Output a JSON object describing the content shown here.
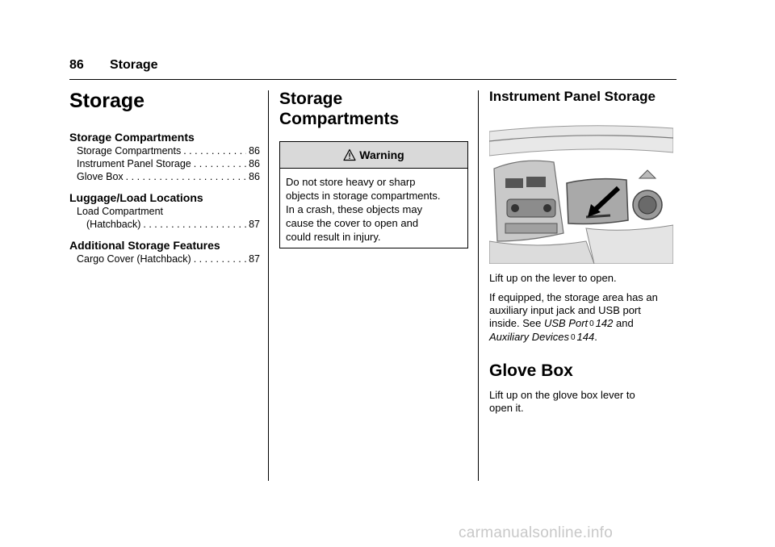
{
  "header": {
    "page_number": "86",
    "section": "Storage"
  },
  "left": {
    "title": "Storage",
    "toc": [
      {
        "section": "Storage Compartments",
        "entries": [
          {
            "text": "Storage Compartments",
            "page": "86"
          },
          {
            "text": "Instrument Panel Storage",
            "page": "86"
          },
          {
            "text": "Glove Box",
            "page": "86"
          }
        ]
      },
      {
        "section": "Luggage/Load Locations",
        "entries": [
          {
            "text": "Load Compartment",
            "cont": "(Hatchback)",
            "page": "87"
          }
        ]
      },
      {
        "section": "Additional Storage Features",
        "entries": [
          {
            "text": "Cargo Cover (Hatchback)",
            "page": "87"
          }
        ]
      }
    ]
  },
  "middle": {
    "title_line1": "Storage",
    "title_line2": "Compartments",
    "warning": {
      "icon": "warning-triangle-icon",
      "title": "Warning",
      "lines": [
        "Do not store heavy or sharp",
        "objects in storage compartments.",
        "In a crash, these objects may",
        "cause the cover to open and",
        "could result in injury."
      ]
    }
  },
  "right": {
    "title": "Instrument Panel Storage",
    "image_desc_icon": "dashboard-storage-illustration",
    "para1": "Lift up on the lever to open.",
    "para2_line1": "If equipped, the storage area has an",
    "para2_line2": "auxiliary input jack and USB port",
    "para2_line3_pre": "inside. See",
    "para2_ref1": "USB Port",
    "para2_ref1_page": "142",
    "para2_and": "and",
    "para2_ref2": "Auxiliary Devices",
    "para2_ref2_page": "144",
    "xref_symbol": "0",
    "glove_title": "Glove Box",
    "glove_line1": "Lift up on the glove box lever to",
    "glove_line2": "open it."
  },
  "footer": {
    "watermark": "carmanualsonline.info"
  }
}
